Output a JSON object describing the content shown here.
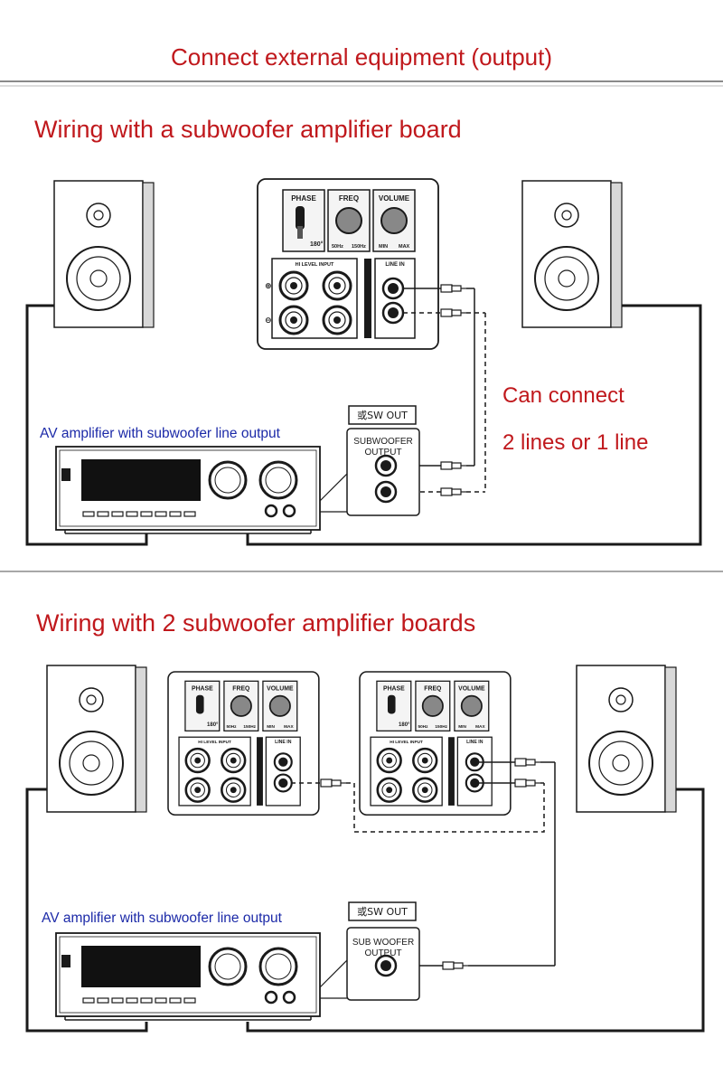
{
  "page_title": "Connect external equipment (output)",
  "section1": {
    "heading": "Wiring with a subwoofer amplifier board",
    "av_label": "AV amplifier with subwoofer line output",
    "sw_box_tag": "或SW OUT",
    "sw_box_line1": "SUBWOOFER",
    "sw_box_line2": "OUTPUT",
    "note_line1": "Can connect",
    "note_line2": "2 lines or 1 line"
  },
  "section2": {
    "heading": "Wiring with 2 subwoofer amplifier boards",
    "av_label": "AV amplifier with subwoofer line output",
    "sw_box_tag": "或SW OUT",
    "sw_box_line1": "SUB WOOFER",
    "sw_box_line2": "OUTPUT"
  },
  "board": {
    "phase": "PHASE",
    "phase_mark": "180°",
    "freq": "FREQ",
    "freq_min": "50Hz",
    "freq_max": "150Hz",
    "volume": "VOLUME",
    "vol_min": "MIN",
    "vol_max": "MAX",
    "hi_level": "HI LEVEL INPUT",
    "line_in": "LINE IN"
  },
  "colors": {
    "heading_red": "#c0181c",
    "label_blue": "#1c2aa8",
    "line_black": "#1a1a1a",
    "rule_gray": "#8a8a8a"
  }
}
